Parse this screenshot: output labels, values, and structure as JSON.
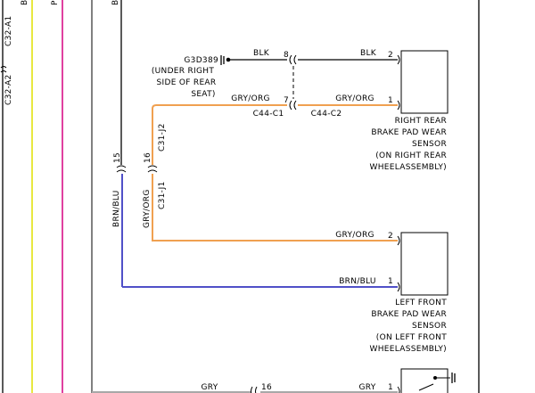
{
  "colors": {
    "wire_black": "#000000",
    "wire_gry_org": "#f0a050",
    "wire_brn_blu": "#5050c8",
    "wire_gry": "#a8a8a8",
    "left_bus_yellow": "#e8e840",
    "left_bus_magenta": "#e040a0"
  },
  "left_bus": {
    "top_label_1": "B",
    "top_label_2": "P",
    "connector_a1": "C32-A1",
    "connector_a2": "C32-A2"
  },
  "ground": {
    "id": "G3D389",
    "location_line1": "(UNDER RIGHT",
    "location_line2": "SIDE OF REAR",
    "location_line3": "SEAT)"
  },
  "wires": {
    "blk_left": "BLK",
    "blk_right": "BLK",
    "gry_org_left": "GRY/ORG",
    "gry_org_right": "GRY/ORG",
    "gry_org_lower": "GRY/ORG",
    "brn_blu_lower": "BRN/BLU",
    "brn_blu_vertical": "BRN/BLU",
    "gry_org_vertical": "GRY/ORG",
    "gry_left": "GRY",
    "gry_right": "GRY"
  },
  "connectors": {
    "c44_c1": "C44-C1",
    "c44_c2": "C44-C2",
    "c31_j2": "C31-J2",
    "c31_j1": "C31-J1"
  },
  "pins": {
    "c44_blk": "8",
    "c44_gry_org": "7",
    "rr_blk": "2",
    "rr_gry_org": "1",
    "c31_brn_blu": "15",
    "c31_gry_org": "16",
    "lf_gry_org": "2",
    "lf_brn_blu": "1",
    "bottom_gry_splice": "16",
    "bottom_gry_pin": "1"
  },
  "components": {
    "right_rear": {
      "line1": "RIGHT REAR",
      "line2": "BRAKE PAD WEAR",
      "line3": "SENSOR",
      "line4": "(ON RIGHT REAR",
      "line5": "WHEELASSEMBLY)"
    },
    "left_front": {
      "line1": "LEFT FRONT",
      "line2": "BRAKE PAD WEAR",
      "line3": "SENSOR",
      "line4": "(ON LEFT FRONT",
      "line5": "WHEELASSEMBLY)"
    }
  }
}
